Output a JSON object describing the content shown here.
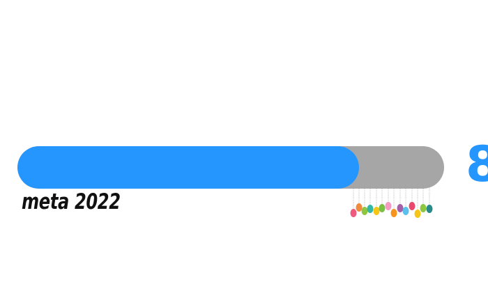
{
  "goal": {
    "label": "meta 2022",
    "percent_text": "8",
    "progress_fraction": 0.8
  },
  "colors": {
    "fill": "#2596fe",
    "track": "#a6a6a6",
    "label": "#111111"
  },
  "decoration": {
    "icon": "hanging-balloons-icon"
  }
}
